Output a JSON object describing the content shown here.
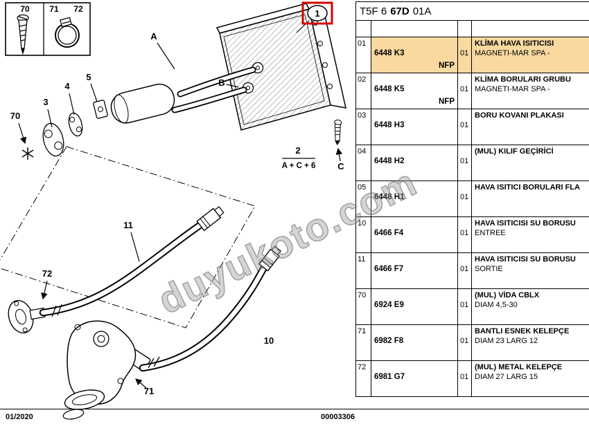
{
  "page": {
    "date": "01/2020",
    "doc_number": "00003306",
    "watermark": "duyukoto.com"
  },
  "header": {
    "code_prefix": "T5F 6",
    "code_bold": "67D",
    "code_suffix": "01A"
  },
  "legend": {
    "item70": "70",
    "item71": "71",
    "item72": "72"
  },
  "diagram": {
    "labels": {
      "callout1": "1",
      "a": "A",
      "b": "B",
      "c": "C",
      "n2": "2",
      "formula": "A + C + 6",
      "n3": "3",
      "n4": "4",
      "n5": "5",
      "n70": "70",
      "n11": "11",
      "n72": "72",
      "n10": "10",
      "n71": "71"
    }
  },
  "table": {
    "rows": [
      {
        "ref": "01",
        "part": "6448 K3",
        "nfp": "NFP",
        "qty": "01",
        "desc1": "KLİMA HAVA ISITICISI",
        "desc2": "MAGNETI-MAR SPA -",
        "highlight": true
      },
      {
        "ref": "02",
        "part": "6448 K5",
        "nfp": "NFP",
        "qty": "01",
        "desc1": "KLİMA BORULARI GRUBU",
        "desc2": "MAGNETI-MAR SPA -"
      },
      {
        "ref": "03",
        "part": "6448 H3",
        "qty": "01",
        "desc1": "BORU KOVANI PLAKASI",
        "desc2": ""
      },
      {
        "ref": "04",
        "part": "6448 H2",
        "qty": "01",
        "desc1": "(MUL) KILIF GEÇİRİCİ",
        "desc2": ""
      },
      {
        "ref": "05",
        "part": "6448 H1",
        "qty": "01",
        "desc1": "HAVA ISITICI BORULARI FLA",
        "desc2": ""
      },
      {
        "ref": "10",
        "part": "6466 F4",
        "qty": "01",
        "desc1": "HAVA ISITICISI SU BORUSU",
        "desc2": "ENTREE"
      },
      {
        "ref": "11",
        "part": "6466 F7",
        "qty": "01",
        "desc1": "HAVA ISITICISI SU BORUSU",
        "desc2": "SORTIE"
      },
      {
        "ref": "70",
        "part": "6924 E9",
        "qty": "01",
        "desc1": "(MUL) VİDA CBLX",
        "desc2": "DIAM 4,5-30"
      },
      {
        "ref": "71",
        "part": "6982 F8",
        "qty": "01",
        "desc1": "BANTLI ESNEK KELEPÇE",
        "desc2": "DIAM 23 LARG 12"
      },
      {
        "ref": "72",
        "part": "6981 G7",
        "qty": "01",
        "desc1": "(MUL) METAL KELEPÇE",
        "desc2": "DIAM 27 LARG 15"
      }
    ]
  }
}
